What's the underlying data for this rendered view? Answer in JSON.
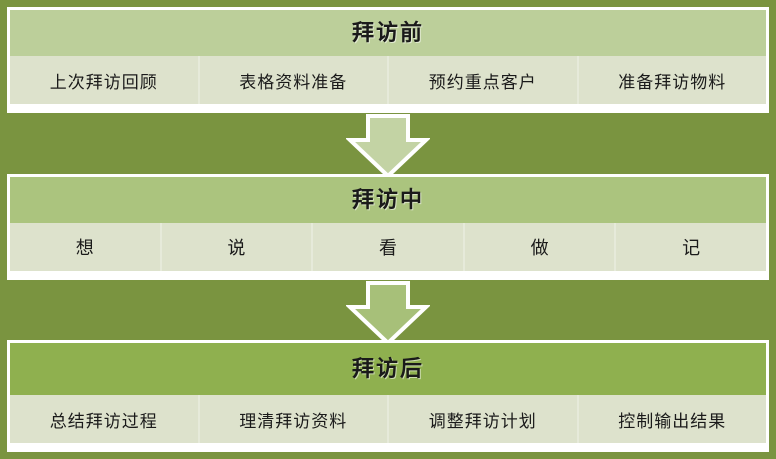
{
  "colors": {
    "background": "#7a9440",
    "panel_border": "#ffffff",
    "header_stage_1": "#bccf9a",
    "header_stage_2": "#abc47e",
    "header_stage_3": "#8fb04f",
    "cell_background": "#dde2cc",
    "cell_divider": "#e6eada",
    "arrow_fill_1": "#c3d3a4",
    "arrow_fill_2": "#a7c079",
    "arrow_outline": "#ffffff",
    "text": "#1a1a1a"
  },
  "stages": [
    {
      "title": "拜访前",
      "cells": [
        "上次拜访回顾",
        "表格资料准备",
        "预约重点客户",
        "准备拜访物料"
      ]
    },
    {
      "title": "拜访中",
      "cells": [
        "想",
        "说",
        "看",
        "做",
        "记"
      ]
    },
    {
      "title": "拜访后",
      "cells": [
        "总结拜访过程",
        "理清拜访资料",
        "调整拜访计划",
        "控制输出结果"
      ]
    }
  ],
  "connectors": [
    {
      "icon": "arrow-down-icon",
      "from": "拜访前",
      "to": "拜访中"
    },
    {
      "icon": "arrow-down-icon",
      "from": "拜访中",
      "to": "拜访后"
    }
  ]
}
